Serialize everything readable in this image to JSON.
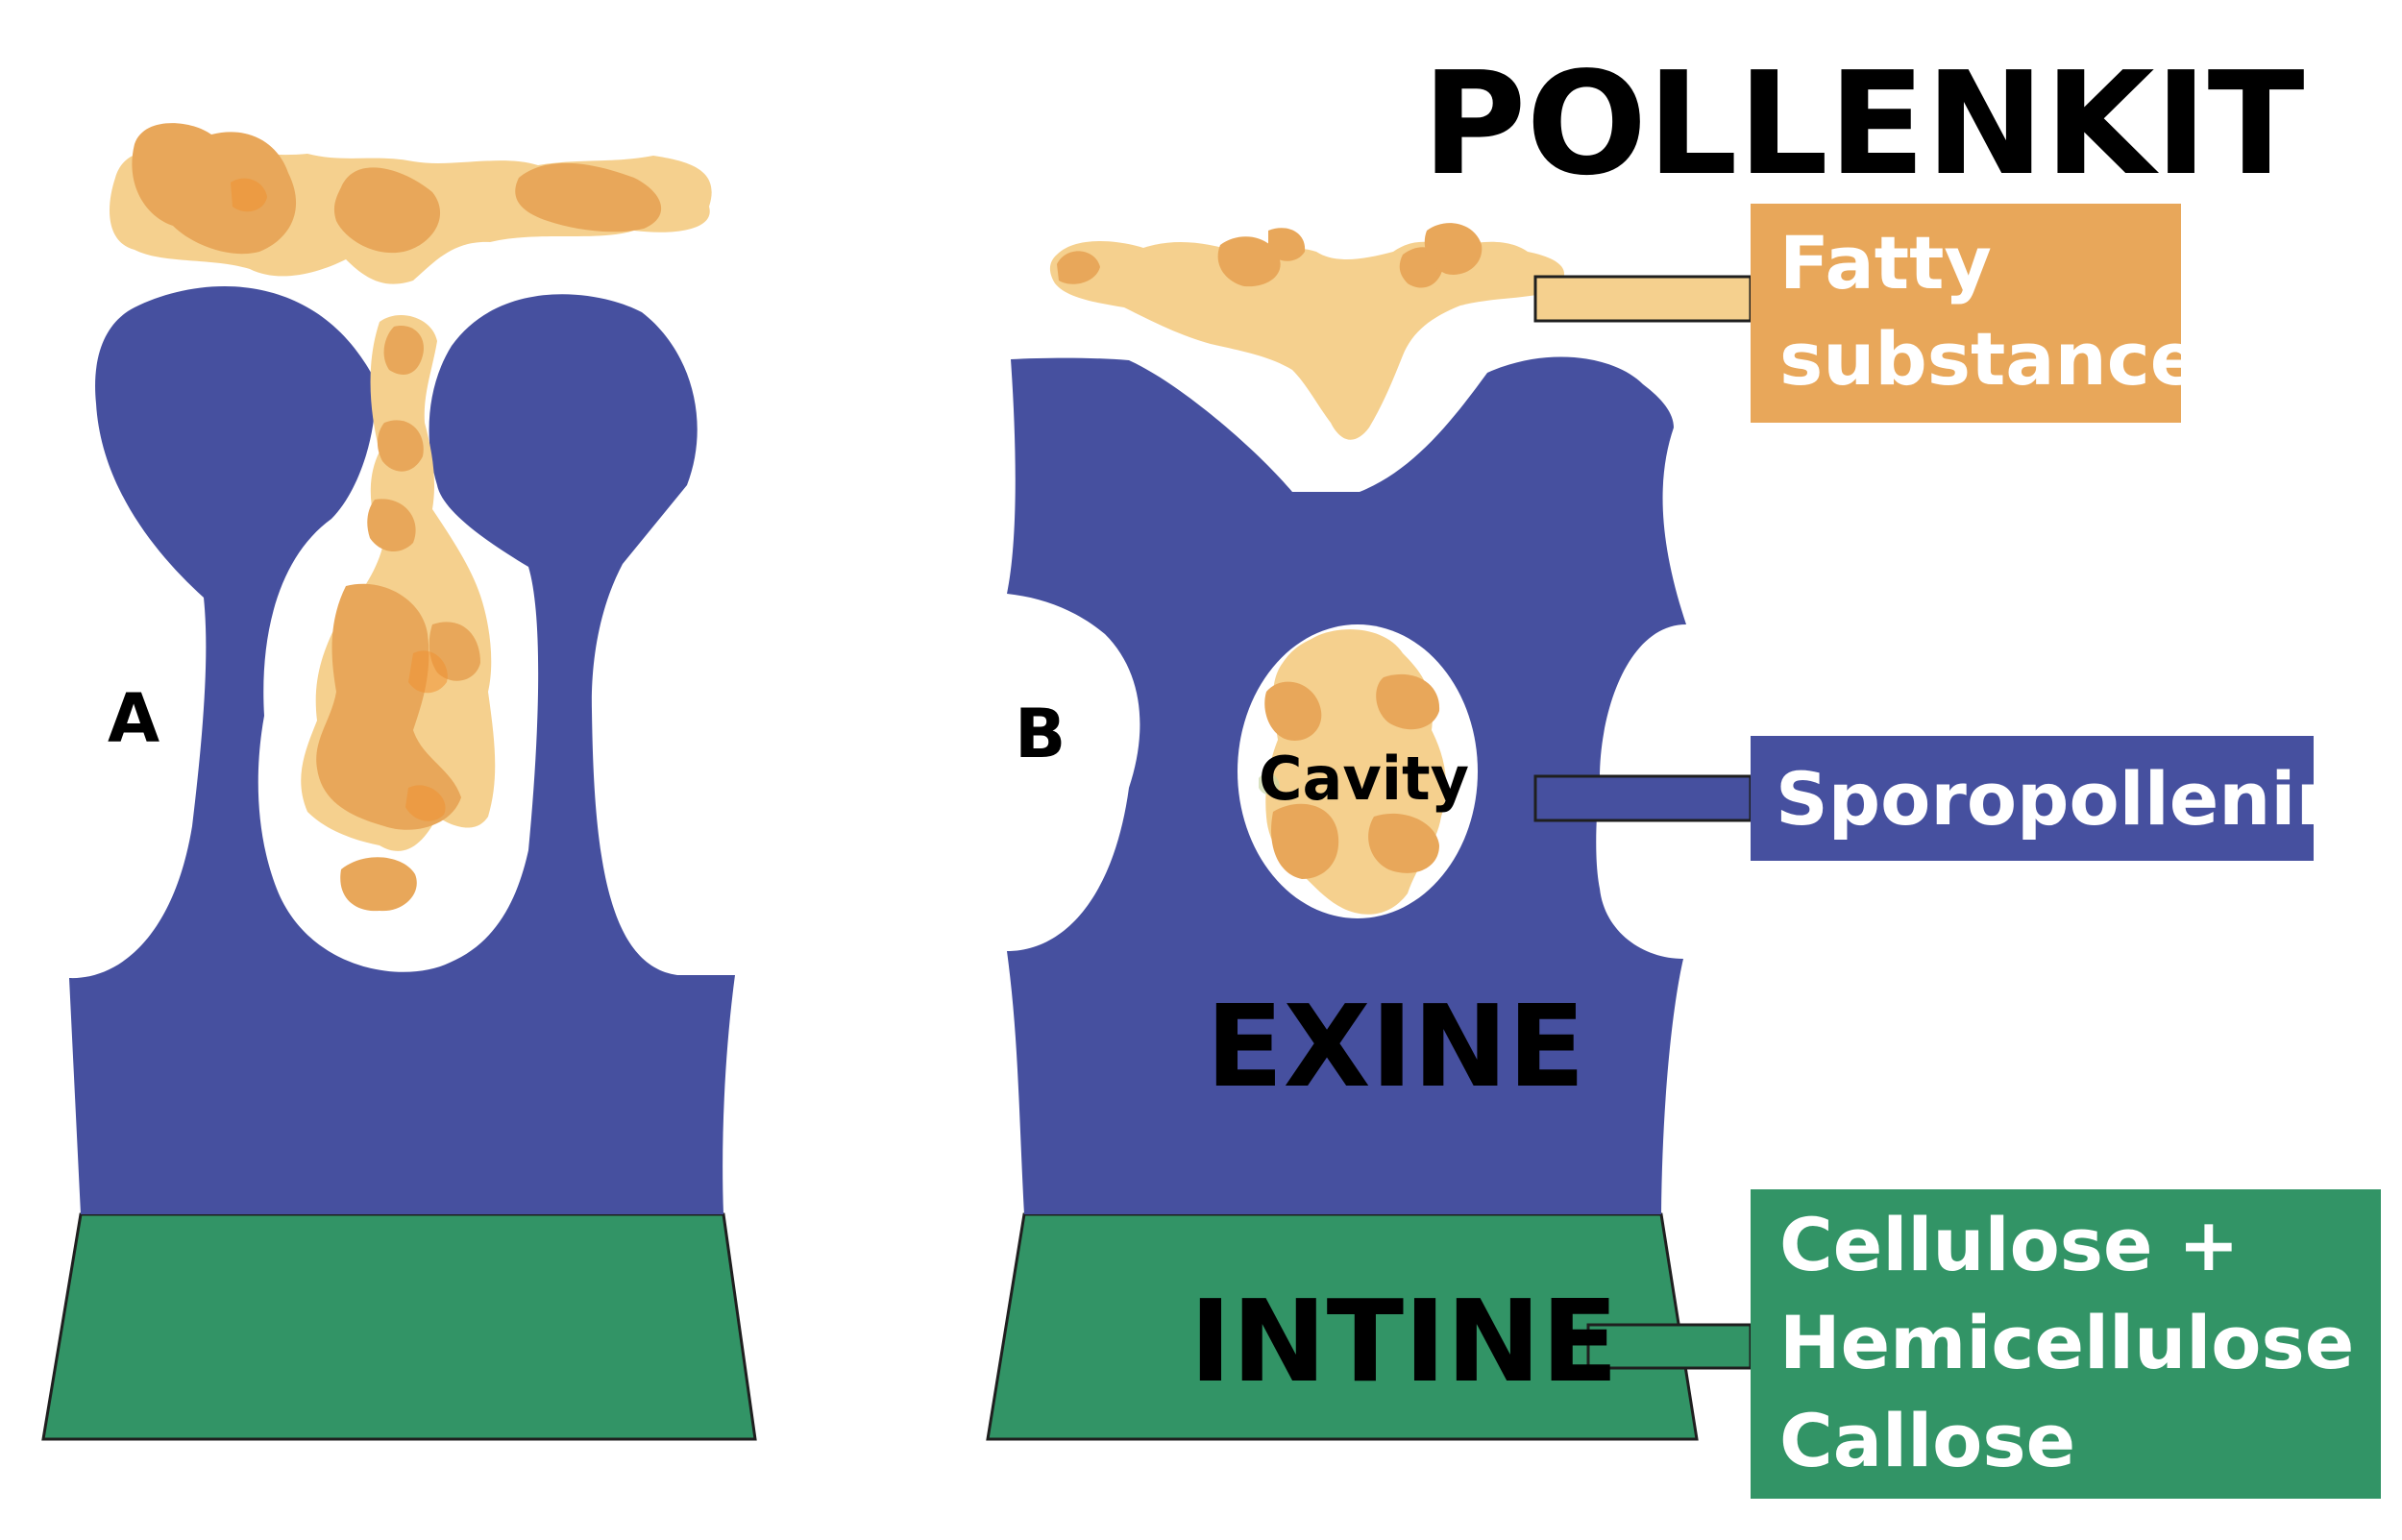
{
  "labels": {
    "panel_a": "A",
    "panel_b": "B",
    "pollenkit": "POLLENKIT",
    "cavity": "Cavity",
    "exine": "EXINE",
    "intine": "INTINE"
  },
  "legend": {
    "fatty": {
      "lines": [
        "Fatty",
        "substance"
      ],
      "color": "#e8a75a"
    },
    "sporopollenin": {
      "lines": [
        "Sporopollenin"
      ],
      "color": "#46509f"
    },
    "cellulose": {
      "lines": [
        "Cellulose +",
        "Hemicellulose +",
        "Callose"
      ],
      "color": "#329466"
    }
  },
  "colors": {
    "exine": "#46509f",
    "intine": "#329466",
    "pollenkit_light": "#f5d08e",
    "pollenkit_dark": "#e8a75a",
    "pollenkit_accent": "#ef9233",
    "background": "#ffffff"
  }
}
